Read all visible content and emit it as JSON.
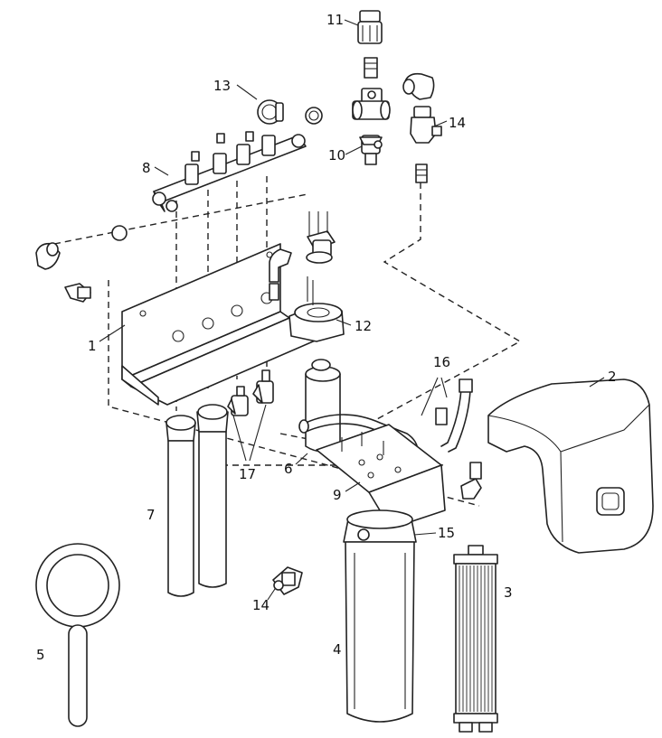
{
  "callouts": [
    {
      "id": "1",
      "label": "1"
    },
    {
      "id": "2",
      "label": "2"
    },
    {
      "id": "3",
      "label": "3"
    },
    {
      "id": "4",
      "label": "4"
    },
    {
      "id": "5",
      "label": "5"
    },
    {
      "id": "6",
      "label": "6"
    },
    {
      "id": "7",
      "label": "7"
    },
    {
      "id": "8",
      "label": "8"
    },
    {
      "id": "9",
      "label": "9"
    },
    {
      "id": "10",
      "label": "10"
    },
    {
      "id": "11",
      "label": "11"
    },
    {
      "id": "12",
      "label": "12"
    },
    {
      "id": "13",
      "label": "13"
    },
    {
      "id": "14a",
      "label": "14"
    },
    {
      "id": "14b",
      "label": "14"
    },
    {
      "id": "15",
      "label": "15"
    },
    {
      "id": "16",
      "label": "16"
    },
    {
      "id": "17",
      "label": "17"
    }
  ]
}
